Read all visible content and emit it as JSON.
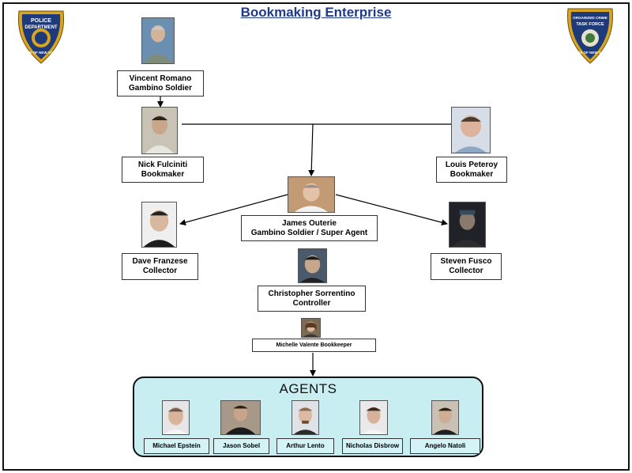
{
  "title": "Bookmaking Enterprise",
  "colors": {
    "title": "#1f3a8a",
    "agents_box": "#c8eef2",
    "badge_blue": "#1e3a78",
    "badge_gold": "#d9a520"
  },
  "badges": {
    "left": {
      "top": "POLICE",
      "middle": "DEPARTMENT",
      "bottom": "CITY OF NEW YORK"
    },
    "right": {
      "top": "ORGANIZED CRIME",
      "middle": "TASK FORCE",
      "bottom": "STATE OF NEW YORK"
    }
  },
  "people": {
    "vincent": {
      "name": "Vincent Romano",
      "role": "Gambino Soldier"
    },
    "nick": {
      "name": "Nick Fulciniti",
      "role": "Bookmaker"
    },
    "louis": {
      "name": "Louis Peteroy",
      "role": "Bookmaker"
    },
    "james": {
      "name": "James Outerie",
      "role": "Gambino Soldier / Super Agent"
    },
    "dave": {
      "name": "Dave Franzese",
      "role": "Collector"
    },
    "steven": {
      "name": "Steven Fusco",
      "role": "Collector"
    },
    "christopher": {
      "name": "Christopher Sorrentino",
      "role": "Controller"
    },
    "michelle": {
      "name": "Michelle Valente Bookkeeper"
    }
  },
  "agents": {
    "title": "AGENTS",
    "items": [
      {
        "name": "Michael Epstein"
      },
      {
        "name": "Jason Sobel"
      },
      {
        "name": "Arthur Lento"
      },
      {
        "name": "Nicholas Disbrow"
      },
      {
        "name": "Angelo Natoli"
      }
    ]
  }
}
